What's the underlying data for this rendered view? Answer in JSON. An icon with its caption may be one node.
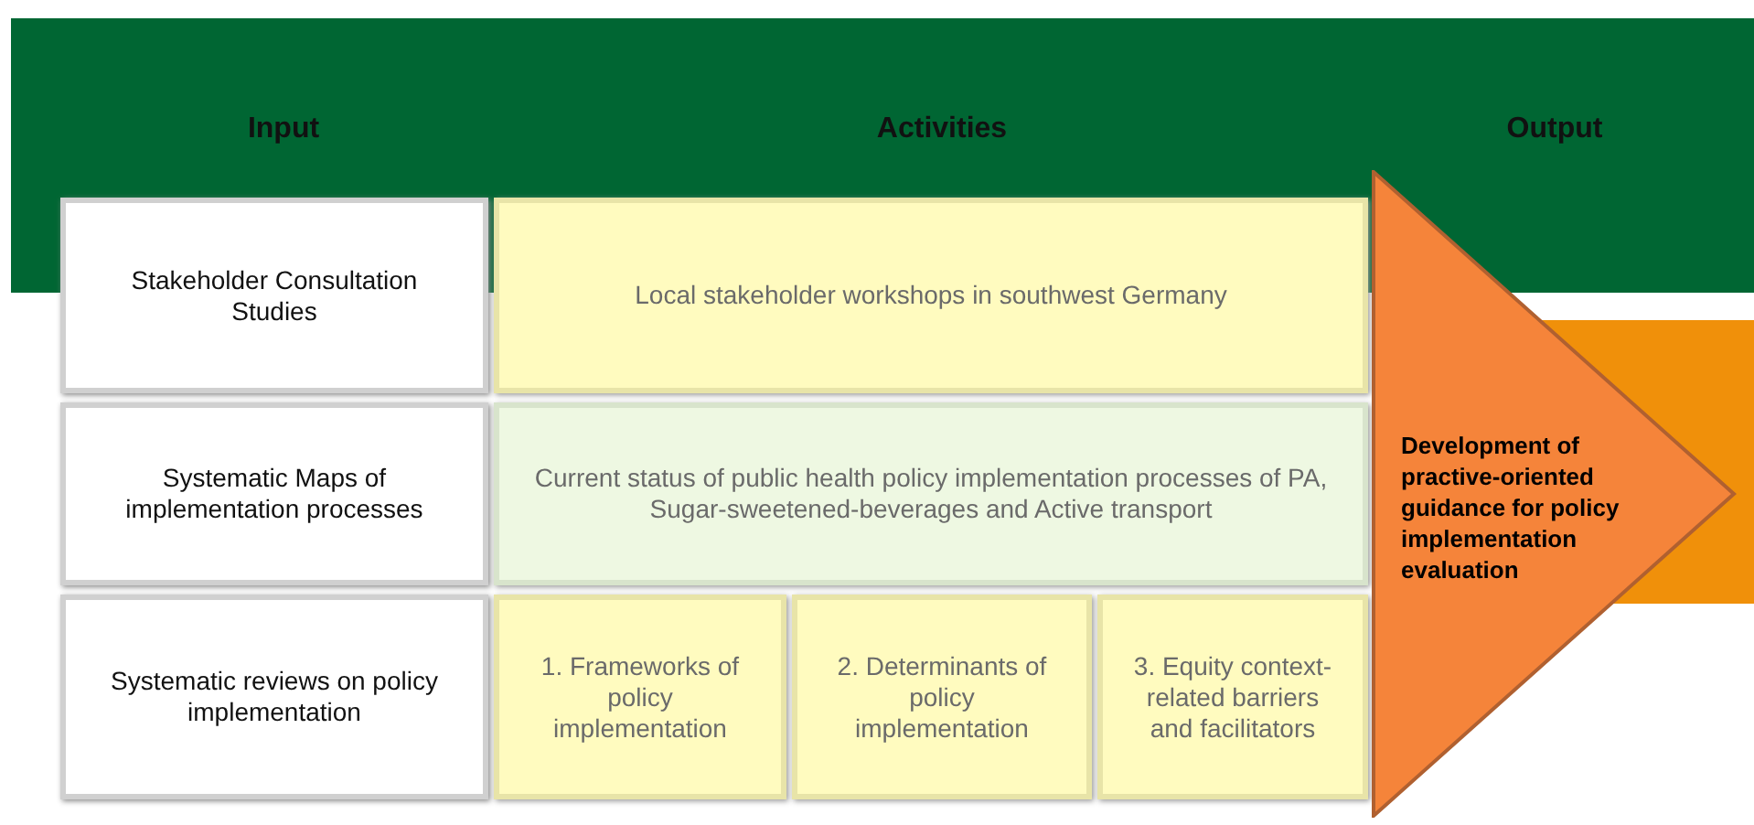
{
  "diagram": {
    "nodes": [
      {
        "text": [
          "Stakeholder Consultation Studies"
        ]
      },
      {
        "text": [
          "Local stakeholder workshops in southwest Germany"
        ]
      },
      {
        "text": [
          "Systematic Maps of implementation processes"
        ]
      },
      {
        "text": [
          "Current status of public health policy implementation processes of PA, Sugar-sweetened-beverages and Active transport"
        ]
      },
      {
        "text": [
          "Systematic reviews on policy implementation"
        ]
      },
      {
        "text": [
          "1. Frameworks of policy implementation"
        ]
      },
      {
        "text": [
          "2. Determinants of policy implementation"
        ]
      },
      {
        "text": [
          "3. Equity context-related barriers and facilitators"
        ]
      },
      {
        "text": [
          "Development of practive-oriented guidance for policy implementation evaluation"
        ]
      }
    ],
    "labels": [
      "Input",
      "Activities",
      "Output"
    ]
  }
}
